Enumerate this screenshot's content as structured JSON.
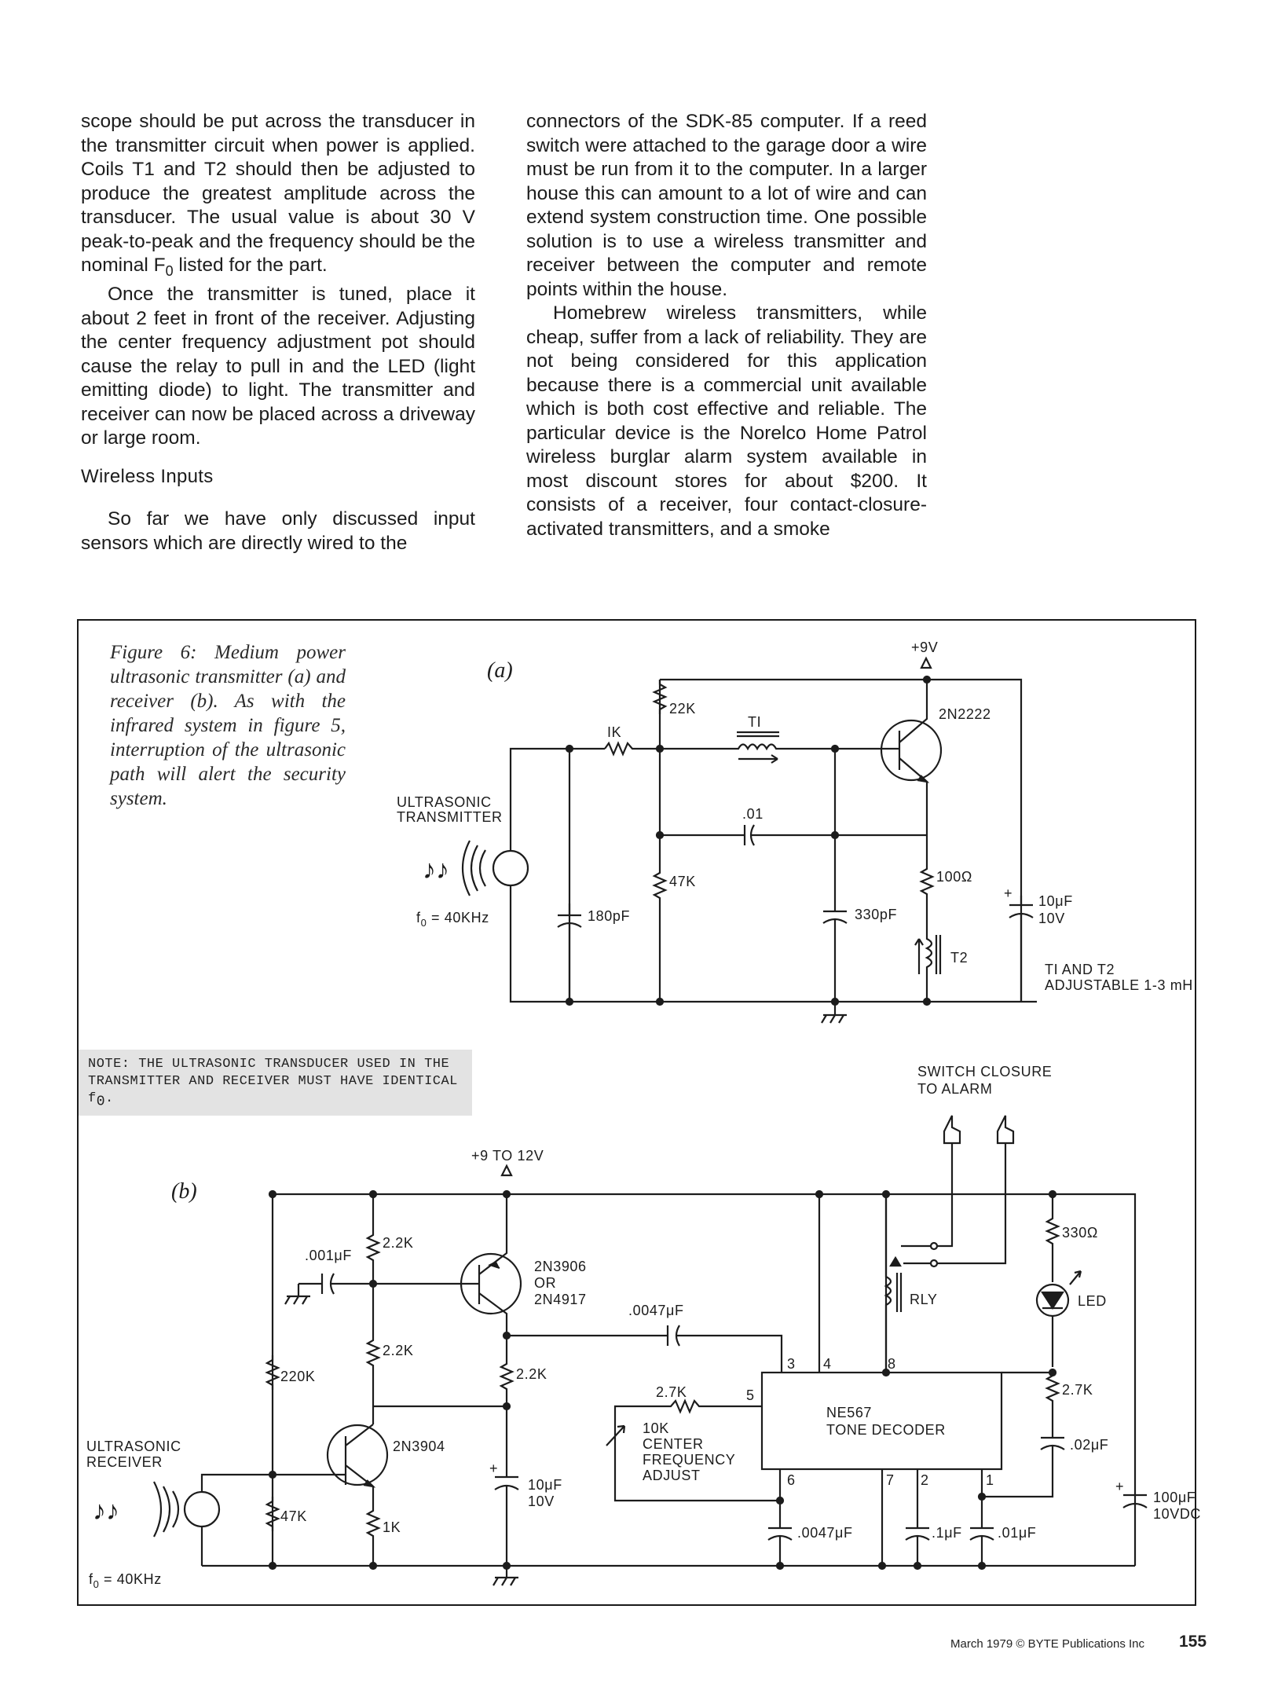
{
  "left_column": {
    "p1": "scope should be put across the transducer in the transmitter circuit when power is applied. Coils T1 and T2 should then be adjusted to produce the greatest amplitude across the transducer. The usual value is about 30 V peak-to-peak and the frequency should be the nominal F",
    "p1_sub": "0",
    "p1_end": " listed for the part.",
    "p2": "Once the transmitter is tuned, place it about 2 feet in front of the receiver. Adjusting the center frequency adjustment pot should cause the relay to pull in and the LED (light emitting diode) to light. The transmitter and receiver can now be placed across a driveway or large room.",
    "subhead": "Wireless Inputs",
    "p3": "So far we have only discussed input sensors which are directly wired to the"
  },
  "right_column": {
    "p1": "connectors of the SDK-85 computer. If a reed switch were attached to the garage door a wire must be run from it to the computer. In a larger house this can amount to a lot of wire and can extend system construction time. One possible solution is to use a wireless transmitter and receiver between the computer and remote points within the house.",
    "p2": "Homebrew wireless transmitters, while cheap, suffer from a lack of reliability. They are not being considered for this application because there is a commercial unit available which is both cost effective and reliable. The particular device is the Norelco Home Patrol wireless burglar alarm system available in most discount stores for about $200. It consists of a receiver, four contact-closure-activated transmitters, and a smoke"
  },
  "figure": {
    "caption": "Figure 6: Medium power ultrasonic transmitter (a) and receiver (b). As with the infrared system in figure 5, interruption of the ultrasonic path will alert the security system.",
    "note": "NOTE: THE ULTRASONIC TRANSDUCER USED IN THE TRANSMITTER AND RECEIVER MUST HAVE IDENTICAL f",
    "note_sub": "0",
    "note_end": ".",
    "a": {
      "tag": "(a)",
      "supply": "+9V",
      "transducer_l1": "ULTRASONIC",
      "transducer_l2": "TRANSMITTER",
      "freq": "f",
      "freq_sub": "0",
      "freq_val": " = 40KHz",
      "r1": "IK",
      "r2": "22K",
      "r3": "47K",
      "r4": "100Ω",
      "t1": "TI",
      "t2": "T2",
      "c1": "180pF",
      "c2": ".01",
      "c3": "330pF",
      "c4_l1": "10μF",
      "c4_l2": "10V",
      "transistor": "2N2222",
      "note_l1": "TI AND T2",
      "note_l2": "ADJUSTABLE 1-3 mH"
    },
    "b": {
      "tag": "(b)",
      "supply": "+9 TO 12V",
      "switch_l1": "SWITCH CLOSURE",
      "switch_l2": "TO ALARM",
      "receiver_l1": "ULTRASONIC",
      "receiver_l2": "RECEIVER",
      "freq": "f",
      "freq_sub": "0",
      "freq_val": " = 40KHz",
      "c_in": ".001μF",
      "r_22a": "2.2K",
      "r_22b": "2.2K",
      "r_22c": "2.2K",
      "r_220k": "220K",
      "r_47k": "47K",
      "r_1k": "1K",
      "q1_l1": "2N3906",
      "q1_l2": "OR",
      "q1_l3": "2N4917",
      "q2": "2N3904",
      "c_0047a": ".0047μF",
      "c_10_l1": "10μF",
      "c_10_l2": "10V",
      "r_27a": "2.7K",
      "pot_l1": "10K",
      "pot_l2": "CENTER",
      "pot_l3": "FREQUENCY",
      "pot_l4": "ADJUST",
      "ic_l1": "NE567",
      "ic_l2": "TONE DECODER",
      "pin3": "3",
      "pin4": "4",
      "pin8": "8",
      "pin5": "5",
      "pin6": "6",
      "pin7": "7",
      "pin2": "2",
      "pin1": "1",
      "relay": "RLY",
      "r_330": "330Ω",
      "led": "LED",
      "r_27b": "2.7K",
      "c_02": ".02μF",
      "c_100_l1": "100μF",
      "c_100_l2": "10VDC",
      "c_0047b": ".0047μF",
      "c_1": ".1μF",
      "c_01": ".01μF"
    }
  },
  "footer": {
    "credit": "March 1979 © BYTE Publications Inc",
    "page": "155"
  }
}
